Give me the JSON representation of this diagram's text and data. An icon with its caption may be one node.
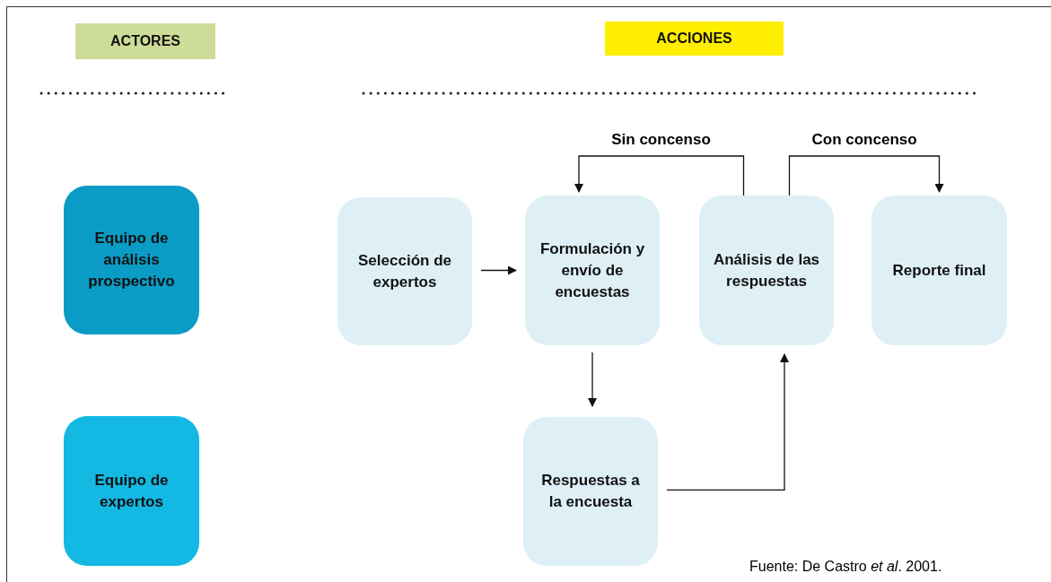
{
  "diagram": {
    "nodes": [
      {
        "text": [
          "ACTORES"
        ]
      },
      {
        "text": [
          "ACCIONES"
        ]
      },
      {
        "text": [
          "Equipo de análisis prospectivo"
        ]
      },
      {
        "text": [
          "Equipo de expertos"
        ]
      },
      {
        "text": [
          "Selección de expertos"
        ]
      },
      {
        "text": [
          "Formulación y envío de encuestas"
        ]
      },
      {
        "text": [
          "Análisis de las respuestas"
        ]
      },
      {
        "text": [
          "Reporte final"
        ]
      },
      {
        "text": [
          "Respuestas a la encuesta"
        ]
      }
    ],
    "edges": [
      {
        "from": 4,
        "to": 5,
        "arrow": "to"
      },
      {
        "from": 6,
        "to": 5,
        "arrow": "to",
        "label": "Sin concenso"
      },
      {
        "from": 6,
        "to": 7,
        "arrow": "to",
        "label": "Con concenso"
      },
      {
        "from": 5,
        "to": 8,
        "arrow": "to"
      },
      {
        "from": 8,
        "to": 6,
        "arrow": "to"
      }
    ],
    "labels": [
      "Fuente: De Castro *et al*. 2001."
    ]
  }
}
